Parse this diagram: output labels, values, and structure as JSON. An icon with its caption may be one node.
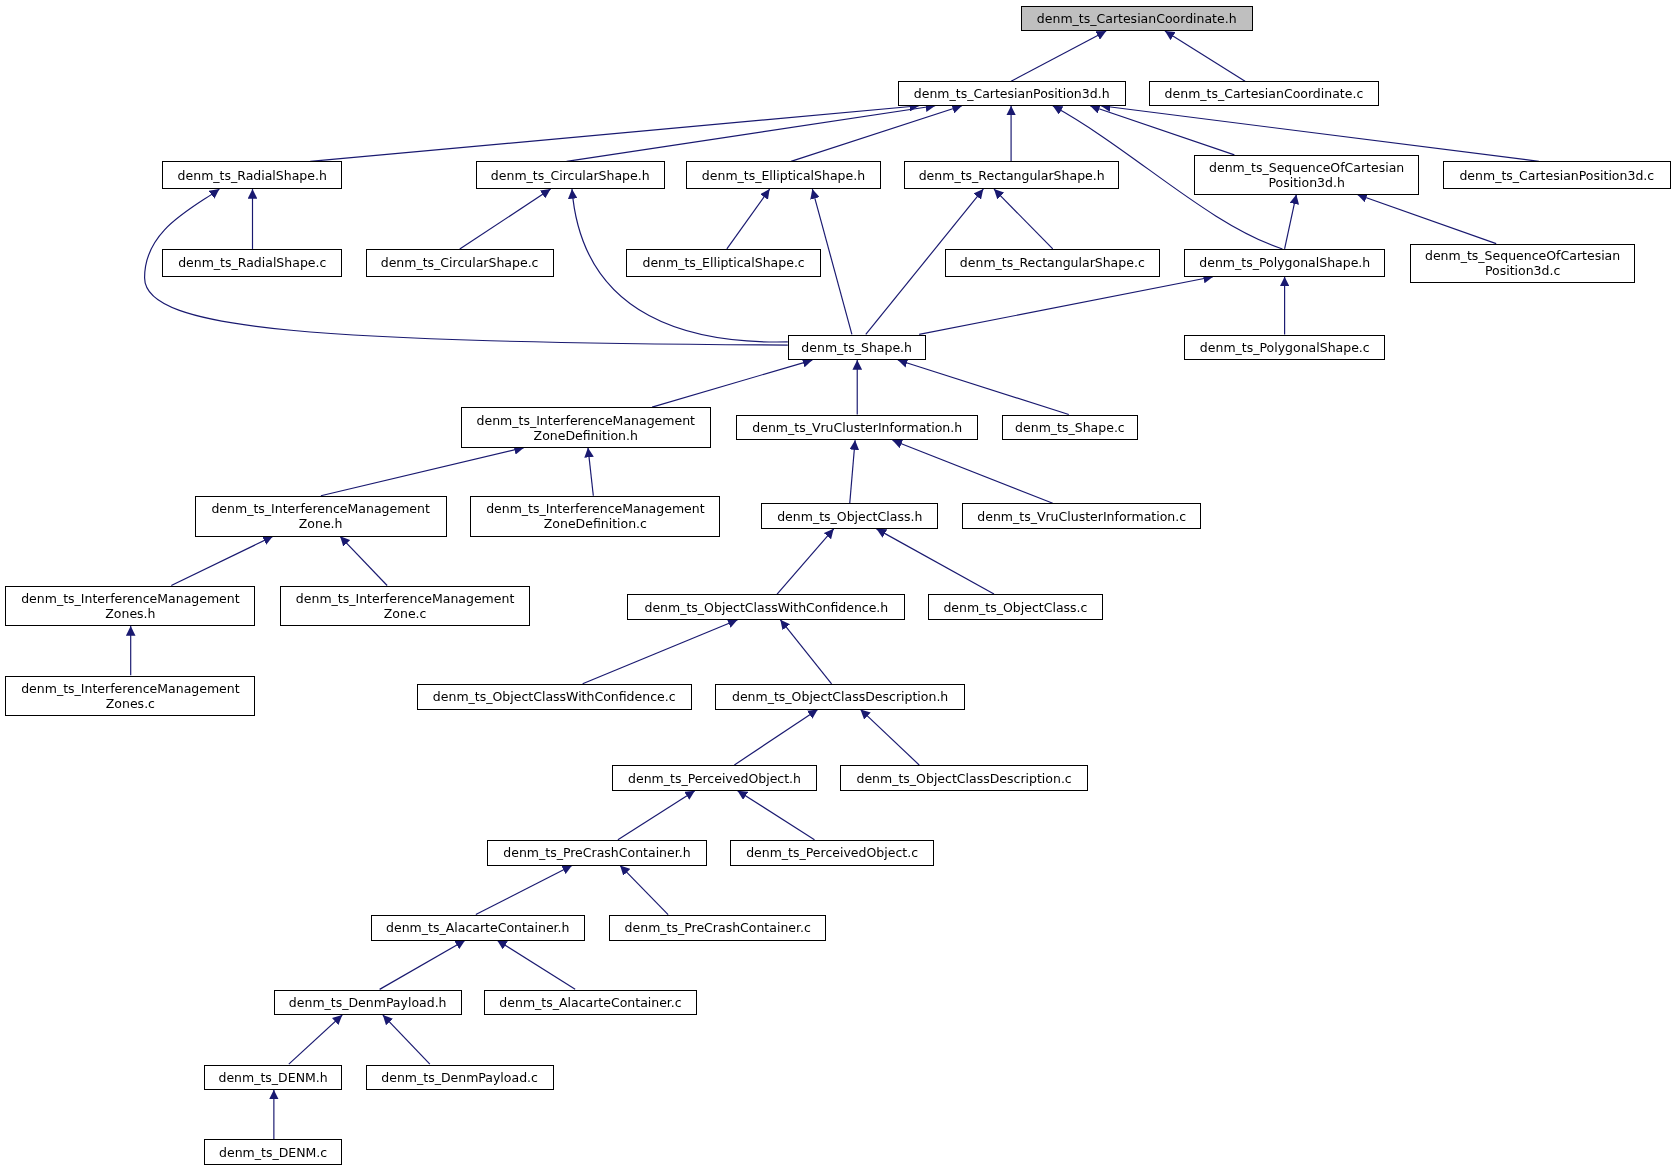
{
  "diagram": {
    "nodes": [
      {
        "text": [
          "denm_ts_CartesianCoordinate.h"
        ]
      },
      {
        "text": [
          "denm_ts_CartesianPosition3d.h"
        ]
      },
      {
        "text": [
          "denm_ts_CartesianCoordinate.c"
        ]
      },
      {
        "text": [
          "denm_ts_RadialShape.h"
        ]
      },
      {
        "text": [
          "denm_ts_CircularShape.h"
        ]
      },
      {
        "text": [
          "denm_ts_EllipticalShape.h"
        ]
      },
      {
        "text": [
          "denm_ts_RectangularShape.h"
        ]
      },
      {
        "text": [
          "denm_ts_SequenceOfCartesian Position3d.h"
        ]
      },
      {
        "text": [
          "denm_ts_CartesianPosition3d.c"
        ]
      },
      {
        "text": [
          "denm_ts_RadialShape.c"
        ]
      },
      {
        "text": [
          "denm_ts_CircularShape.c"
        ]
      },
      {
        "text": [
          "denm_ts_EllipticalShape.c"
        ]
      },
      {
        "text": [
          "denm_ts_RectangularShape.c"
        ]
      },
      {
        "text": [
          "denm_ts_PolygonalShape.h"
        ]
      },
      {
        "text": [
          "denm_ts_SequenceOfCartesian Position3d.c"
        ]
      },
      {
        "text": [
          "denm_ts_Shape.h"
        ]
      },
      {
        "text": [
          "denm_ts_PolygonalShape.c"
        ]
      },
      {
        "text": [
          "denm_ts_InterferenceManagement ZoneDefinition.h"
        ]
      },
      {
        "text": [
          "denm_ts_VruClusterInformation.h"
        ]
      },
      {
        "text": [
          "denm_ts_Shape.c"
        ]
      },
      {
        "text": [
          "denm_ts_InterferenceManagement Zone.h"
        ]
      },
      {
        "text": [
          "denm_ts_InterferenceManagement ZoneDefinition.c"
        ]
      },
      {
        "text": [
          "denm_ts_ObjectClass.h"
        ]
      },
      {
        "text": [
          "denm_ts_VruClusterInformation.c"
        ]
      },
      {
        "text": [
          "denm_ts_InterferenceManagement Zones.h"
        ]
      },
      {
        "text": [
          "denm_ts_InterferenceManagement Zone.c"
        ]
      },
      {
        "text": [
          "denm_ts_ObjectClassWithConfidence.h"
        ]
      },
      {
        "text": [
          "denm_ts_ObjectClass.c"
        ]
      },
      {
        "text": [
          "denm_ts_InterferenceManagement Zones.c"
        ]
      },
      {
        "text": [
          "denm_ts_ObjectClassWithConfidence.c"
        ]
      },
      {
        "text": [
          "denm_ts_ObjectClassDescription.h"
        ]
      },
      {
        "text": [
          "denm_ts_PerceivedObject.h"
        ]
      },
      {
        "text": [
          "denm_ts_ObjectClassDescription.c"
        ]
      },
      {
        "text": [
          "denm_ts_PreCrashContainer.h"
        ]
      },
      {
        "text": [
          "denm_ts_PerceivedObject.c"
        ]
      },
      {
        "text": [
          "denm_ts_AlacarteContainer.h"
        ]
      },
      {
        "text": [
          "denm_ts_PreCrashContainer.c"
        ]
      },
      {
        "text": [
          "denm_ts_DenmPayload.h"
        ]
      },
      {
        "text": [
          "denm_ts_AlacarteContainer.c"
        ]
      },
      {
        "text": [
          "denm_ts_DENM.h"
        ]
      },
      {
        "text": [
          "denm_ts_DenmPayload.c"
        ]
      },
      {
        "text": [
          "denm_ts_DENM.c"
        ]
      }
    ],
    "edges": [
      {
        "from": 1,
        "to": 0,
        "arrow": "to"
      },
      {
        "from": 2,
        "to": 0,
        "arrow": "to"
      },
      {
        "from": 3,
        "to": 1,
        "arrow": "to"
      },
      {
        "from": 4,
        "to": 1,
        "arrow": "to"
      },
      {
        "from": 5,
        "to": 1,
        "arrow": "to"
      },
      {
        "from": 6,
        "to": 1,
        "arrow": "to"
      },
      {
        "from": 7,
        "to": 1,
        "arrow": "to"
      },
      {
        "from": 8,
        "to": 1,
        "arrow": "to"
      },
      {
        "from": 13,
        "to": 1,
        "arrow": "to"
      },
      {
        "from": 9,
        "to": 3,
        "arrow": "to"
      },
      {
        "from": 15,
        "to": 3,
        "arrow": "to"
      },
      {
        "from": 10,
        "to": 4,
        "arrow": "to"
      },
      {
        "from": 15,
        "to": 4,
        "arrow": "to"
      },
      {
        "from": 11,
        "to": 5,
        "arrow": "to"
      },
      {
        "from": 15,
        "to": 5,
        "arrow": "to"
      },
      {
        "from": 12,
        "to": 6,
        "arrow": "to"
      },
      {
        "from": 15,
        "to": 6,
        "arrow": "to"
      },
      {
        "from": 13,
        "to": 7,
        "arrow": "to"
      },
      {
        "from": 14,
        "to": 7,
        "arrow": "to"
      },
      {
        "from": 15,
        "to": 13,
        "arrow": "to"
      },
      {
        "from": 16,
        "to": 13,
        "arrow": "to"
      },
      {
        "from": 17,
        "to": 15,
        "arrow": "to"
      },
      {
        "from": 18,
        "to": 15,
        "arrow": "to"
      },
      {
        "from": 19,
        "to": 15,
        "arrow": "to"
      },
      {
        "from": 20,
        "to": 17,
        "arrow": "to"
      },
      {
        "from": 21,
        "to": 17,
        "arrow": "to"
      },
      {
        "from": 22,
        "to": 18,
        "arrow": "to"
      },
      {
        "from": 23,
        "to": 18,
        "arrow": "to"
      },
      {
        "from": 24,
        "to": 20,
        "arrow": "to"
      },
      {
        "from": 25,
        "to": 20,
        "arrow": "to"
      },
      {
        "from": 26,
        "to": 22,
        "arrow": "to"
      },
      {
        "from": 27,
        "to": 22,
        "arrow": "to"
      },
      {
        "from": 28,
        "to": 24,
        "arrow": "to"
      },
      {
        "from": 29,
        "to": 26,
        "arrow": "to"
      },
      {
        "from": 30,
        "to": 26,
        "arrow": "to"
      },
      {
        "from": 31,
        "to": 30,
        "arrow": "to"
      },
      {
        "from": 32,
        "to": 30,
        "arrow": "to"
      },
      {
        "from": 33,
        "to": 31,
        "arrow": "to"
      },
      {
        "from": 34,
        "to": 31,
        "arrow": "to"
      },
      {
        "from": 35,
        "to": 33,
        "arrow": "to"
      },
      {
        "from": 36,
        "to": 33,
        "arrow": "to"
      },
      {
        "from": 37,
        "to": 35,
        "arrow": "to"
      },
      {
        "from": 38,
        "to": 35,
        "arrow": "to"
      },
      {
        "from": 39,
        "to": 37,
        "arrow": "to"
      },
      {
        "from": 40,
        "to": 37,
        "arrow": "to"
      },
      {
        "from": 41,
        "to": 39,
        "arrow": "to"
      }
    ]
  }
}
